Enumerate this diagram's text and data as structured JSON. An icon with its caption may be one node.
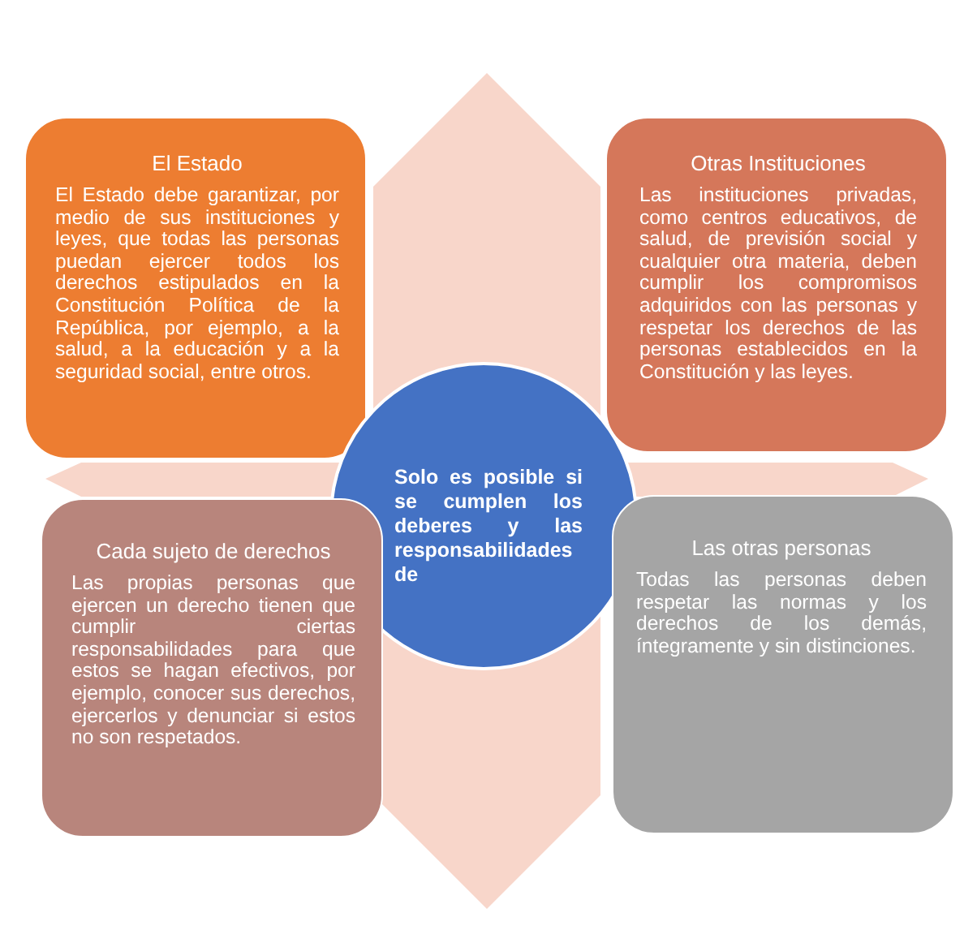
{
  "diagram": {
    "nodes": [
      {
        "text": [
          "El Estado",
          "El Estado debe garantizar, por medio de sus instituciones y leyes, que todas las personas puedan ejercer todos los derechos estipulados en la Constitución Política de la República, por ejemplo, a la salud, a la educación y a la seguridad social, entre otros."
        ]
      },
      {
        "text": [
          "Otras Instituciones",
          "Las instituciones privadas, como centros educativos, de salud, de previsión social y cualquier otra materia, deben cumplir los compromisos adquiridos con las personas y respetar los derechos de las personas establecidos en la Constitución y las leyes."
        ]
      },
      {
        "text": [
          "Solo es posible si se cumplen los deberes y las responsabilidades de"
        ]
      },
      {
        "text": [
          "Cada sujeto de derechos",
          "Las propias personas que ejercen un derecho tienen que cumplir ciertas responsabilidades para que estos se hagan efectivos, por ejemplo, conocer sus derechos, ejercerlos y denunciar si estos no son respetados."
        ]
      },
      {
        "text": [
          "Las otras personas",
          "Todas las personas deben respetar las normas y los derechos de los demás, íntegramente y sin distinciones."
        ]
      }
    ]
  }
}
